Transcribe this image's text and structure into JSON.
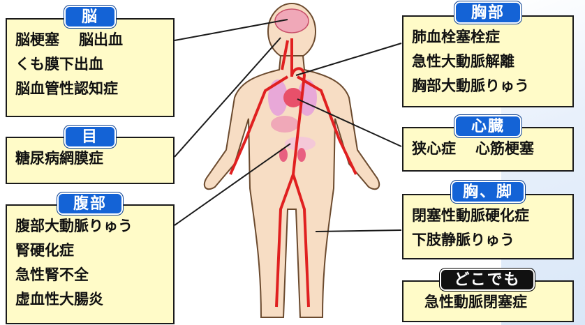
{
  "colors": {
    "box_fill": "#fffbc8",
    "tag_blue": "#1463d6",
    "tag_black": "#111111",
    "artery": "#e02020",
    "skin": "#f7ddc4"
  },
  "boxes": {
    "brain": {
      "label": "脳",
      "items": [
        "脳梗塞",
        "脳出血",
        "くも膜下出血",
        "脳血管性認知症"
      ]
    },
    "eye": {
      "label": "目",
      "items": [
        "糖尿病網膜症"
      ]
    },
    "abdomen": {
      "label": "腹部",
      "items": [
        "腹部大動脈りゅう",
        "腎硬化症",
        "急性腎不全",
        "虚血性大腸炎"
      ]
    },
    "chest": {
      "label": "胸部",
      "items": [
        "肺血栓塞栓症",
        "急性大動脈解離",
        "胸部大動脈りゅう"
      ]
    },
    "heart": {
      "label": "心臓",
      "items": [
        "狭心症",
        "心筋梗塞"
      ]
    },
    "chest_legs": {
      "label": "胸、脚",
      "items": [
        "閉塞性動脈硬化症",
        "下肢静脈りゅう"
      ]
    },
    "anywhere": {
      "label": "どこでも",
      "items": [
        "急性動脈閉塞症"
      ]
    }
  }
}
